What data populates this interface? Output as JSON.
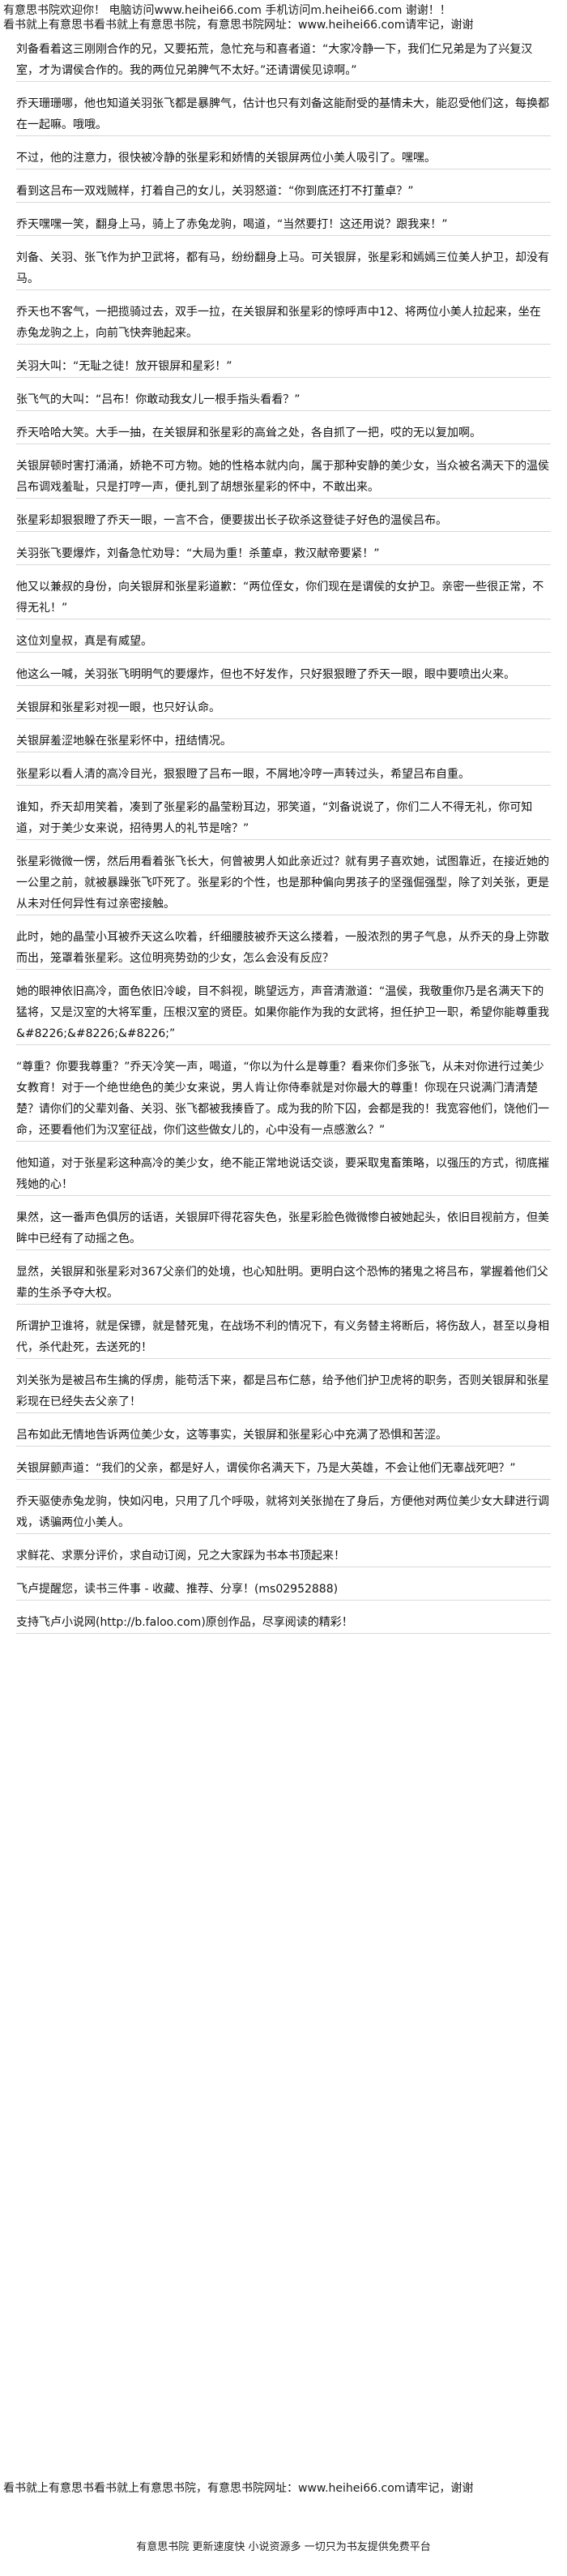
{
  "header": {
    "line1": "有意思书院欢迎你！ 电脑访问www.heihei66.com 手机访问m.heihei66.com 谢谢！！",
    "line2": "看书就上有意思书看书就上有意思书院，有意思书院网址：www.heihei66.com请牢记，谢谢"
  },
  "paragraphs": [
    "刘备看着这三刚刚合作的兄，又要拓荒，急忙充与和喜者道：“大家冷静一下，我们仁兄弟是为了兴复汉室，才为谓侯合作的。我的两位兄弟脾气不太好。”还请谓侯见谅啊。”",
    "乔天珊珊哪，他也知道关羽张飞都是暴脾气，估计也只有刘备这能耐受的基情未大，能忍受他们这，每换都在一起嘛。哦哦。",
    "不过，他的注意力，很快被冷静的张星彩和娇情的关银屏两位小美人吸引了。嘿嘿。",
    "看到这吕布一双戏贼样，打着自己的女儿，关羽怒道：“你到底还打不打董卓？”",
    "乔天嘿嘿一笑，翻身上马，骑上了赤兔龙驹，喝道，“当然要打！这还用说？跟我来！”",
    "刘备、关羽、张飞作为护卫武将，都有马，纷纷翻身上马。可关银屏，张星彩和嫣嫣三位美人护卫，却没有马。",
    "乔天也不客气，一把揽骑过去，双手一拉，在关银屏和张星彩的惊呼声中12、将两位小美人拉起来，坐在赤兔龙驹之上，向前飞快奔驰起来。",
    "关羽大叫：“无耻之徒！放开银屏和星彩！”",
    "张飞气的大叫：“吕布！你敢动我女儿一根手指头看看？”",
    "乔天哈哈大笑。大手一抽，在关银屏和张星彩的高耸之处，各自抓了一把，哎的无以复加啊。",
    "关银屏顿时害打涌涌，娇艳不可方物。她的性格本就内向，属于那种安静的美少女，当众被名满天下的温侯吕布调戏羞耻，只是打哼一声，便扎到了胡想张星彩的怀中，不敢出来。",
    "张星彩却狠狠瞪了乔天一眼，一言不合，便要拔出长子砍杀这登徒子好色的温侯吕布。",
    "关羽张飞要爆炸，刘备急忙劝导：“大局为重！杀董卓，救汉献帝要紧！”",
    "他又以兼叔的身份，向关银屏和张星彩道歉：“两位侄女，你们现在是谓侯的女护卫。亲密一些很正常，不得无礼！”",
    "这位刘皇叔，真是有威望。",
    "他这么一喊，关羽张飞明明气的要爆炸，但也不好发作，只好狠狠瞪了乔天一眼，眼中要喷出火来。",
    "关银屏和张星彩对视一眼，也只好认命。",
    "关银屏羞涩地躲在张星彩怀中，扭结情况。",
    "张星彩以看人清的高冷目光，狠狠瞪了吕布一眼，不屑地冷哼一声转过头，希望吕布自重。",
    "谁知，乔天却用笑着，凑到了张星彩的晶莹粉耳边，邪笑道，“刘备说说了，你们二人不得无礼，你可知道，对于美少女来说，招待男人的礼节是啥？”",
    "张星彩微微一愣，然后用看着张飞长大，何曾被男人如此亲近过？就有男子喜欢她，试图靠近，在接近她的一公里之前，就被暴躁张飞吓死了。张星彩的个性，也是那种偏向男孩子的坚强倔强型，除了刘关张，更是从未对任何异性有过亲密接触。",
    "此时，她的晶莹小耳被乔天这么吹着，纤细腰肢被乔天这么搂着，一股浓烈的男子气息，从乔天的身上弥散而出，笼罩着张星彩。这位明亮势劲的少女，怎么会没有反应？",
    "她的眼神依旧高冷，面色依旧冷峻，目不斜视，眺望远方，声音清澈道：“温侯，我敬重你乃是名满天下的猛将，又是汉室的大将军重，压根汉室的贤臣。如果你能作为我的女武将，担任护卫一职，希望你能尊重我&#8226;&#8226;&#8226;”",
    "“尊重？你要我尊重？”乔天冷笑一声，喝道，“你以为什么是尊重？看来你们多张飞，从未对你进行过美少女教育！对于一个绝世绝色的美少女来说，男人肯让你侍奉就是对你最大的尊重！你现在只说满门清清楚楚？请你们的父辈刘备、关羽、张飞都被我揍昏了。成为我的阶下囚，会都是我的！我宽容他们，饶他们一命，还要看他们为汉室征战，你们这些做女儿的，心中没有一点感激么？”",
    "他知道，对于张星彩这种高冷的美少女，绝不能正常地说话交谈，要采取鬼畜策略，以强压的方式，彻底摧残她的心！",
    "果然，这一番声色俱厉的话语，关银屏吓得花容失色，张星彩脸色微微惨白被她起头，依旧目视前方，但美眸中已经有了动摇之色。",
    "显然，关银屏和张星彩对367父亲们的处境，也心知肚明。更明白这个恐怖的猪鬼之将吕布，掌握着他们父辈的生杀予夺大权。",
    "所谓护卫谁将，就是保镖，就是替死鬼，在战场不利的情况下，有义务替主将断后，将伤敌人，甚至以身相代，杀代赴死，去送死的！",
    "刘关张为是被吕布生擒的俘虏，能苟活下来，都是吕布仁慈，给予他们护卫虎将的职务，否则关银屏和张星彩现在已经失去父亲了！",
    "吕布如此无情地告诉两位美少女，这等事实，关银屏和张星彩心中充满了恐惧和苦涩。",
    "关银屏颤声道：“我们的父亲，都是好人，谓侯你名满天下，乃是大英雄，不会让他们无辜战死吧？”",
    "乔天驱使赤兔龙驹，快如闪电，只用了几个呼吸，就将刘关张抛在了身后，方便他对两位美少女大肆进行调戏，诱骗两位小美人。",
    "求鲜花、求票分评价，求自动订阅，兄之大家踩为书本书顶起来！",
    "飞卢提醒您，读书三件事 - 收藏、推荐、分享！(ms02952888)",
    "支持飞卢小说网(http://b.faloo.com)原创作品，尽享阅读的精彩！"
  ],
  "footer": {
    "line": "看书就上有意思书看书就上有意思书院，有意思书院网址：www.heihei66.com请牢记，谢谢",
    "note": "有意思书院 更新速度快 小说资源多 一切只为书友提供免费平台"
  }
}
